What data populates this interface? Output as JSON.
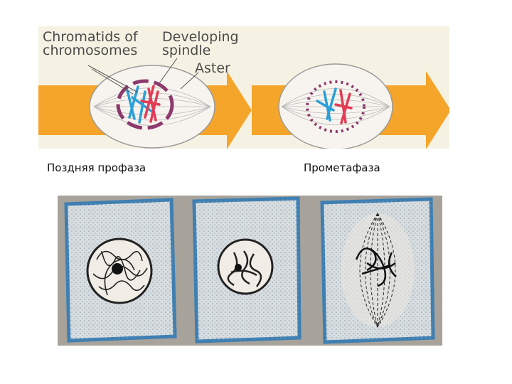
{
  "top_panel": {
    "annotations": {
      "chromatids": "Chromatids of chromosomes",
      "spindle": "Developing spindle",
      "aster": "Aster"
    }
  },
  "stage_labels": {
    "late_prophase": "Поздняя профаза",
    "prometaphase": "Прометафаза"
  },
  "colors": {
    "arrow": "#f4a52a",
    "chromatid_red": "#e23b54",
    "chromatid_blue": "#2a9fd8",
    "envelope": "#8d3a6c",
    "panel_bg": "#f6f2e3",
    "cell_fill": "#f7f4ef",
    "micrograph_bg": "#a7a29a",
    "cytoplasm": "#d7dde0",
    "cell_wall": "#3d7fb3"
  }
}
